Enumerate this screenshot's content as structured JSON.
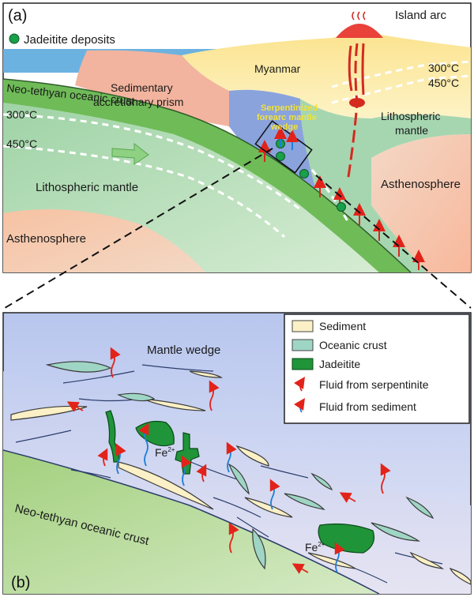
{
  "panel_a": {
    "panel_label": "(a)",
    "legend_deposits": "Jadeitite deposits",
    "island_arc": "Island arc",
    "myanmar": "Myanmar",
    "prism_line1": "Sedimentary",
    "prism_line2": "accretionary prism",
    "crust_label": "Neo-tethyan oceanic crust",
    "temp_300_left": "300°C",
    "temp_450_left": "450°C",
    "temp_300_right": "300°C",
    "temp_450_right": "450°C",
    "wedge_line1": "Serpentinized",
    "wedge_line2": "forearc mantle",
    "wedge_line3": "wedge",
    "litho_left": "Lithospheric mantle",
    "litho_right_line1": "Lithospheric",
    "litho_right_line2": "mantle",
    "astheno_left": "Asthenosphere",
    "astheno_right": "Asthenosphere"
  },
  "panel_b": {
    "panel_label": "(b)",
    "mantle_wedge": "Mantle wedge",
    "crust_label": "Neo-tethyan oceanic crust",
    "fe_ion_1": "Fe",
    "fe_ion_2": "Fe",
    "fe_charge": "2+",
    "legend": {
      "sediment": "Sediment",
      "oceanic_crust": "Oceanic crust",
      "jadeitite": "Jadeitite",
      "fluid_serpentinite": "Fluid from serpentinite",
      "fluid_sediment": "Fluid from sediment"
    }
  },
  "colors": {
    "sediment": "#fbf0c6",
    "oceanic_crust": "#9fd5c4",
    "jadeitite": "#1f9438",
    "fluid_serpentinite": "#e2231a",
    "fluid_sediment": "#1f7fd6",
    "deposit_dot": "#18a04a"
  }
}
